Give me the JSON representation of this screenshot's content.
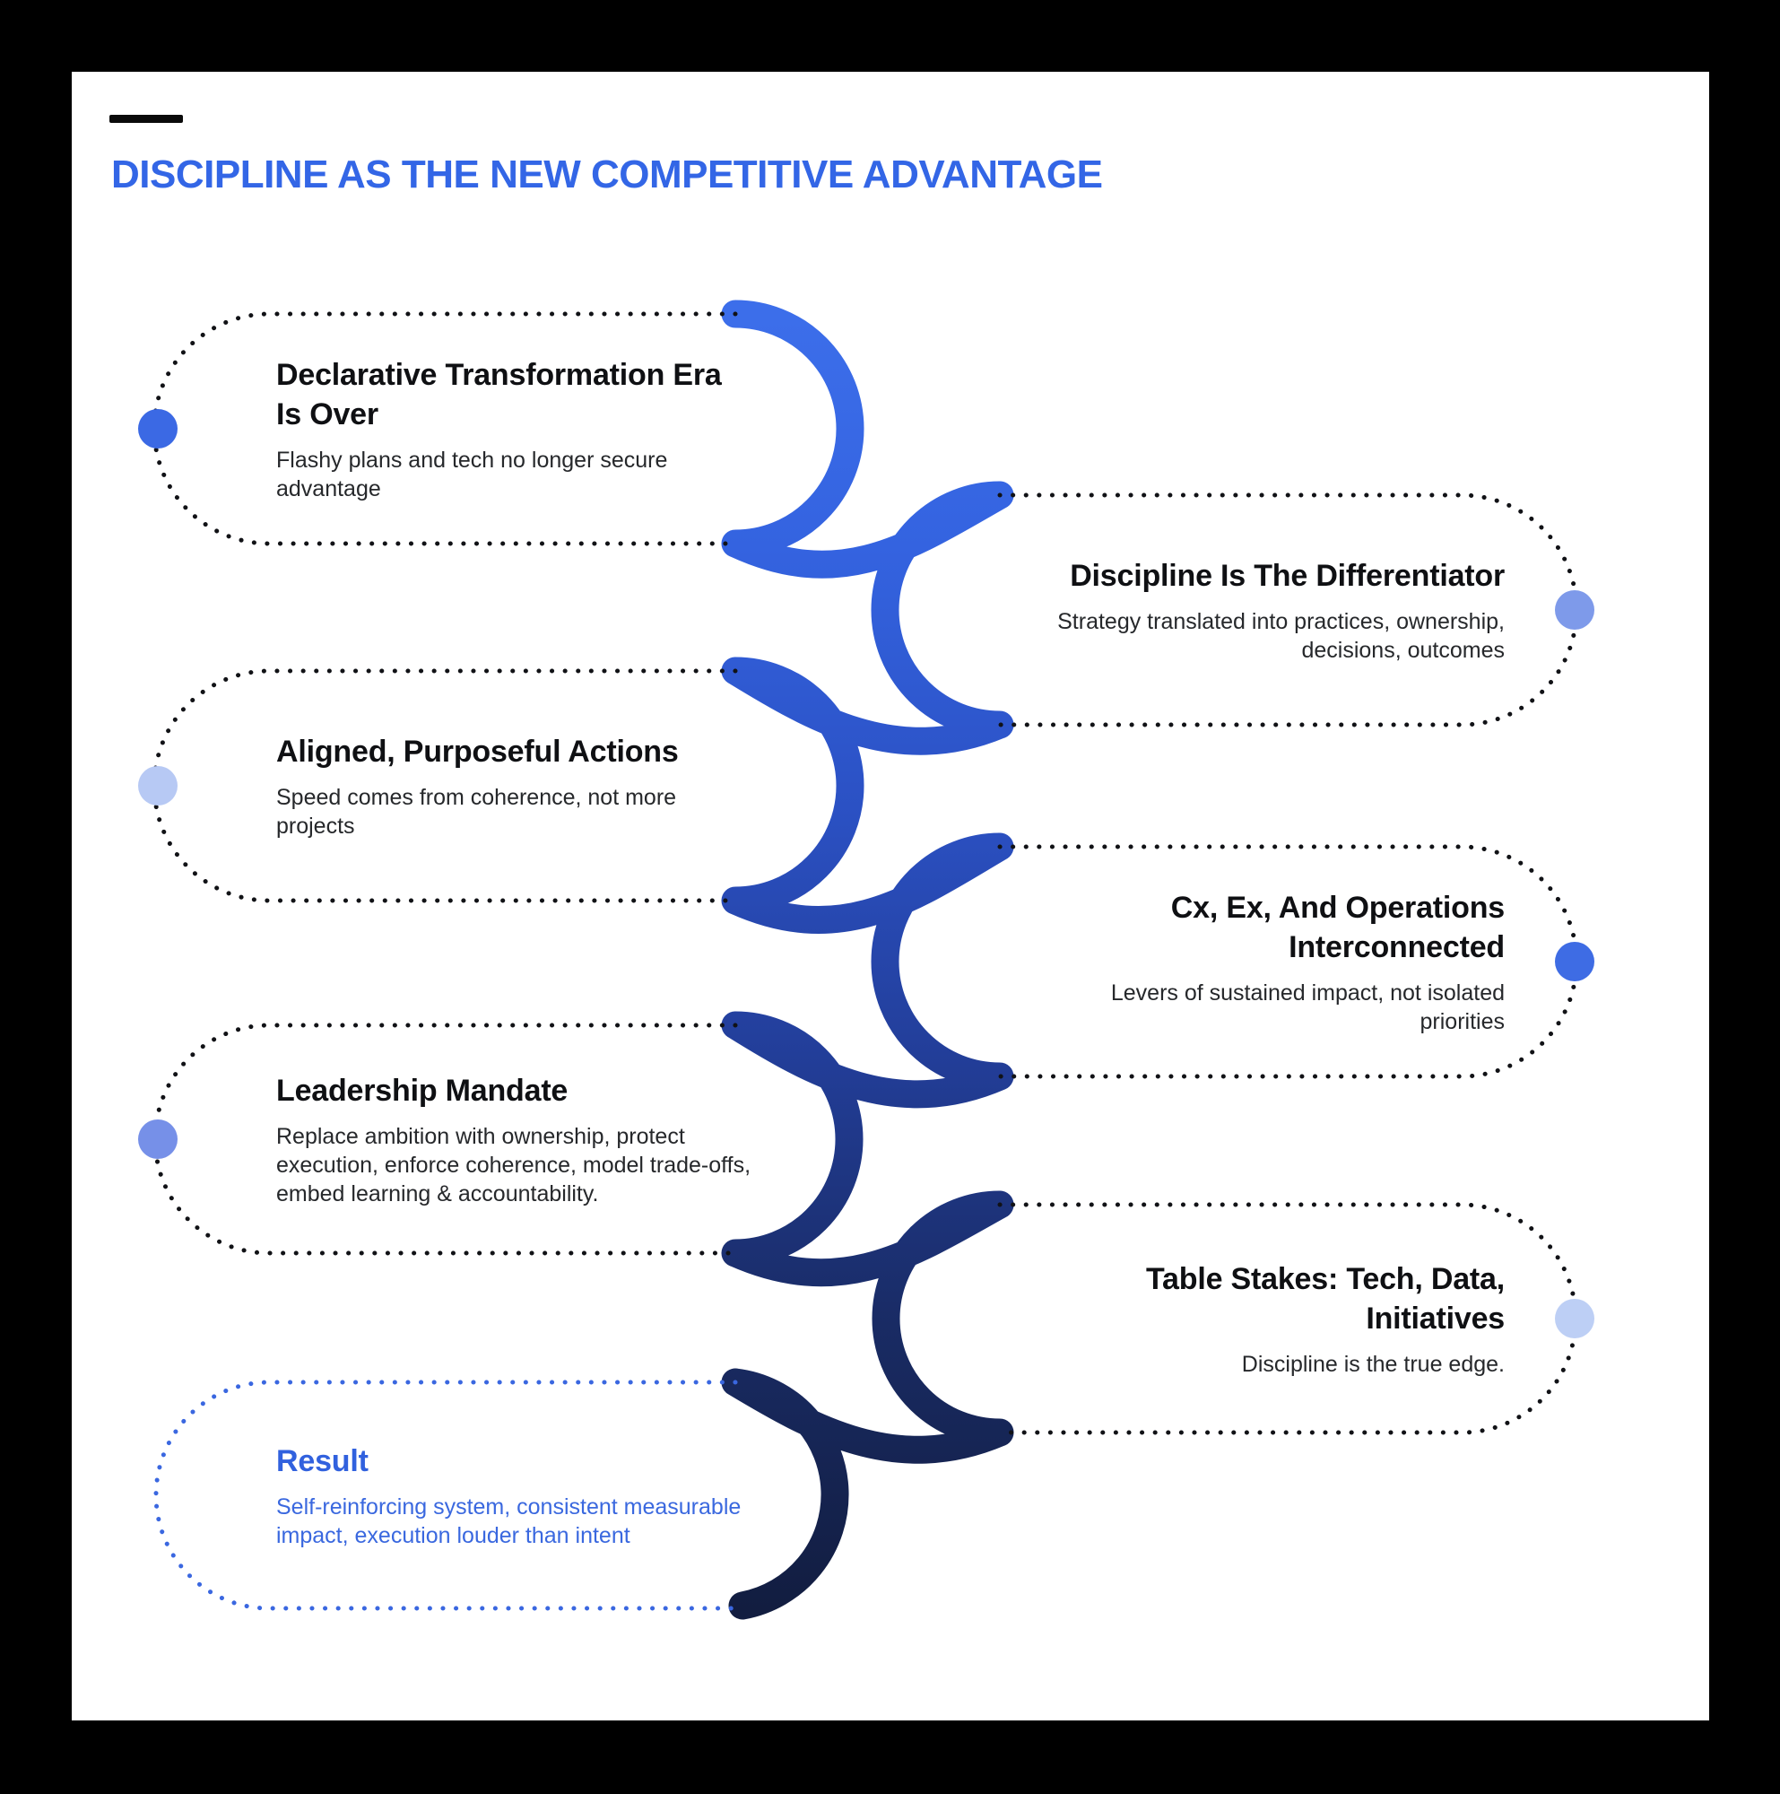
{
  "theme": {
    "title_color": "#3366E6",
    "accent_heading": "#3161DE",
    "accent_body": "#3A68DF",
    "page_background": "#000000",
    "card_background": "#ffffff",
    "heading_color": "#0f1013",
    "body_color": "#26282b"
  },
  "header": {
    "title": "DISCIPLINE AS THE NEW COMPETITIVE ADVANTAGE"
  },
  "ribbon": {
    "description": "serpentine-ribbon",
    "stops": [
      "#3C6EEA",
      "#3463E0",
      "#2B51C4",
      "#223D97",
      "#192B64",
      "#121D40"
    ]
  },
  "pills": [
    {
      "id": "declarative-era",
      "side": "left",
      "title": "Declarative Transformation Era\nIs Over",
      "body": "Flashy plans and tech no longer secure advantage",
      "dot_color": "#3B69E4",
      "border_color": "#111216"
    },
    {
      "id": "discipline-differentiator",
      "side": "right",
      "title": "Discipline Is The Differentiator",
      "body": "Strategy translated into practices, ownership,\ndecisions, outcomes",
      "dot_color": "#7E9AEA",
      "border_color": "#111216"
    },
    {
      "id": "aligned-actions",
      "side": "left",
      "title": "Aligned, Purposeful Actions",
      "body": "Speed comes from coherence, not more projects",
      "dot_color": "#B7C9F4",
      "border_color": "#111216"
    },
    {
      "id": "cx-ex-operations",
      "side": "right",
      "title": "Cx, Ex, And Operations\nInterconnected",
      "body": "Levers of sustained impact, not isolated priorities",
      "dot_color": "#3E6CE4",
      "border_color": "#111216"
    },
    {
      "id": "leadership-mandate",
      "side": "left",
      "title": "Leadership Mandate",
      "body": "Replace ambition with ownership, protect\nexecution, enforce coherence, model trade-offs,\nembed learning & accountability.",
      "dot_color": "#7690E8",
      "border_color": "#111216"
    },
    {
      "id": "table-stakes",
      "side": "right",
      "title": "Table Stakes: Tech, Data,\nInitiatives",
      "body": "Discipline is the true edge.",
      "dot_color": "#BDCFF5",
      "border_color": "#111216"
    },
    {
      "id": "result",
      "side": "left",
      "title": "Result",
      "body": "Self-reinforcing system, consistent measurable\nimpact, execution louder than intent",
      "dot_color": null,
      "border_color": "#3A67E0"
    }
  ]
}
